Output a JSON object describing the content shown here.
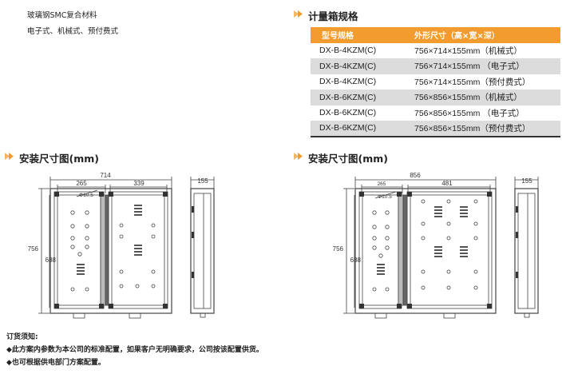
{
  "intro": {
    "material": "玻璃钢SMC复合材料",
    "types": "电子式、机械式、预付费式"
  },
  "spec": {
    "heading": "计量箱规格",
    "columns": [
      "型号规格",
      "外形尺寸（高×宽×深）"
    ],
    "rows": [
      [
        "DX-B-4KZM(C)",
        "756×714×155mm（机械式）"
      ],
      [
        "DX-B-4KZM(C)",
        "756×714×155mm （电子式）"
      ],
      [
        "DX-B-4KZM(C)",
        "756×714×155mm（预付费式）"
      ],
      [
        "DX-B-6KZM(C)",
        "756×856×155mm（机械式）"
      ],
      [
        "DX-B-6KZM(C)",
        "756×856×155mm （电子式）"
      ],
      [
        "DX-B-6KZM(C)",
        "756×856×155mm（预付费式）"
      ]
    ]
  },
  "install_left": {
    "heading": "安装尺寸图(mm)",
    "dims": {
      "total_width": "714",
      "left_width": "265",
      "right_width": "339",
      "depth": "155",
      "height": "756",
      "inner_height": "688",
      "hole": "Φ10.5"
    }
  },
  "install_right": {
    "heading": "安装尺寸图(mm)",
    "dims": {
      "total_width": "856",
      "left_width": "265",
      "right_width": "481",
      "depth": "155",
      "height": "756",
      "inner_height": "688",
      "hole": "Φ10.5"
    }
  },
  "notes": {
    "title": "订货须知:",
    "items": [
      "◆此方案内参数为本公司的标准配置，如果客户无明确要求，公司按该配置供货。",
      "◆也可根据供电部门方案配置。"
    ]
  },
  "colors": {
    "accent": "#f29b2f",
    "row_shade": "#dcdcdc"
  }
}
